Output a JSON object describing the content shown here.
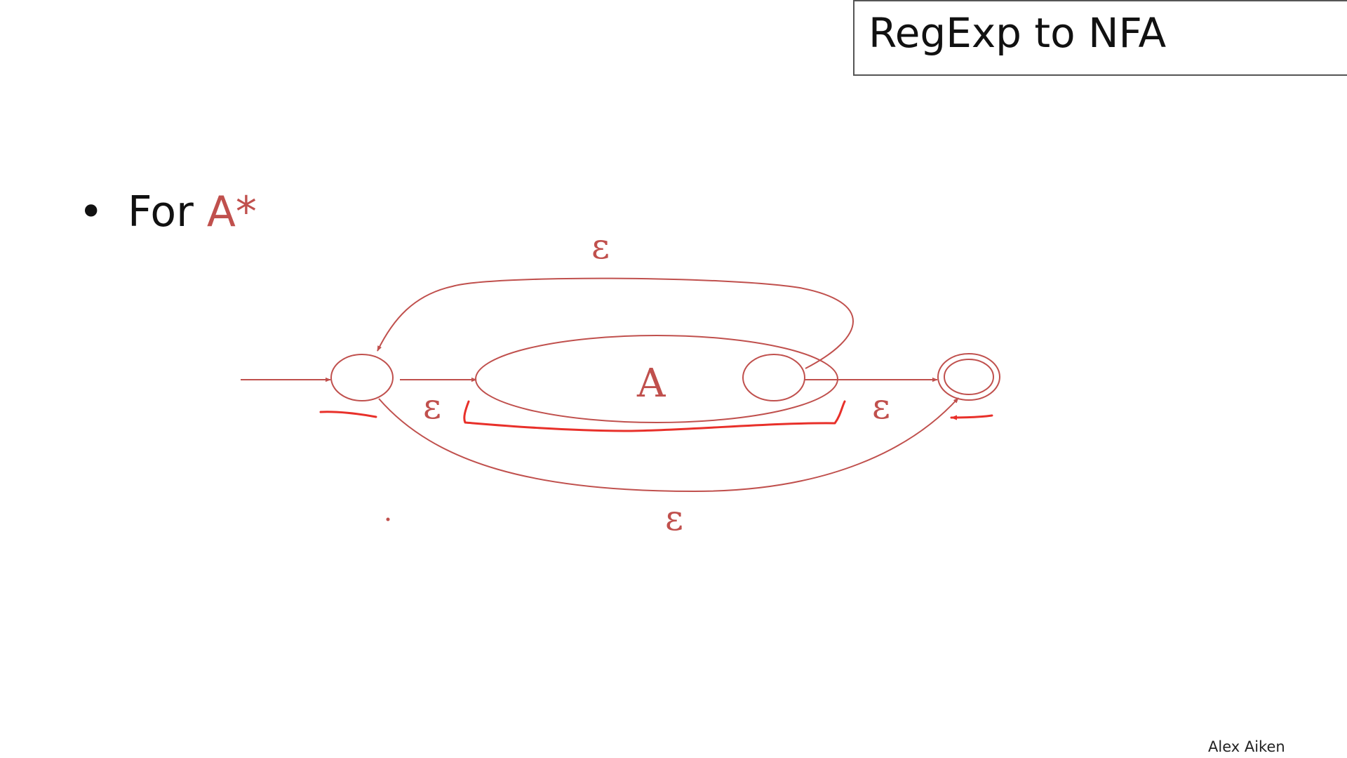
{
  "slide": {
    "title": "RegExp to NFA",
    "bullet": "•",
    "bullet_word": "For",
    "bullet_expr": "A*",
    "author": "Alex Aiken"
  },
  "diagram": {
    "sub_machine_label": "A",
    "epsilon_labels": {
      "loop_back": "ε",
      "start_to_A": "ε",
      "A_to_accept": "ε",
      "skip": "ε"
    },
    "colors": {
      "diagram": "#c0504d",
      "annotation": "#e8302a",
      "text": "#111111"
    }
  }
}
